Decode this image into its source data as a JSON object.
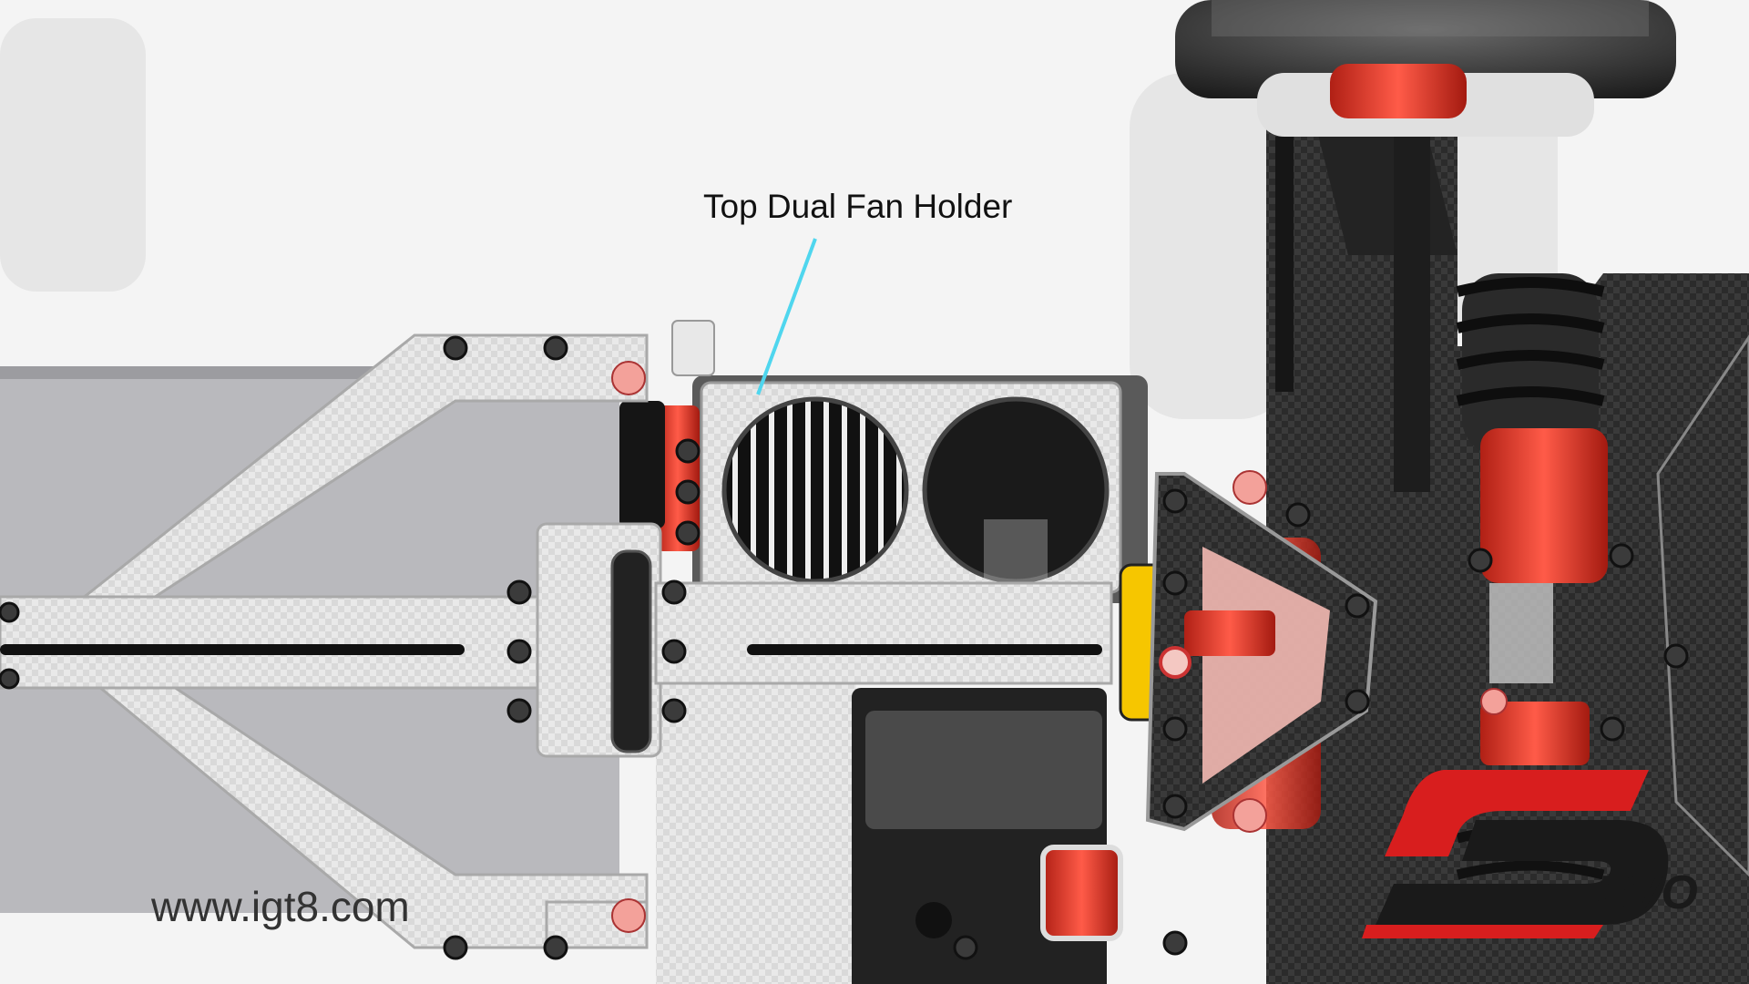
{
  "callout": {
    "label": "Top Dual Fan Holder"
  },
  "watermark": {
    "url": "www.igt8.com"
  },
  "logo": {
    "name": "S-EVO",
    "text": "EVO"
  },
  "colors": {
    "background": "#f4f4f4",
    "carbon_light": "#e6e6e6",
    "carbon_dark": "#2e2e2e",
    "aluminium_red": "#e03a2c",
    "callout_line": "#4fd6ee",
    "logo_red": "#d81e1e"
  },
  "icons": {
    "logo": "s-evo-logo-icon"
  }
}
